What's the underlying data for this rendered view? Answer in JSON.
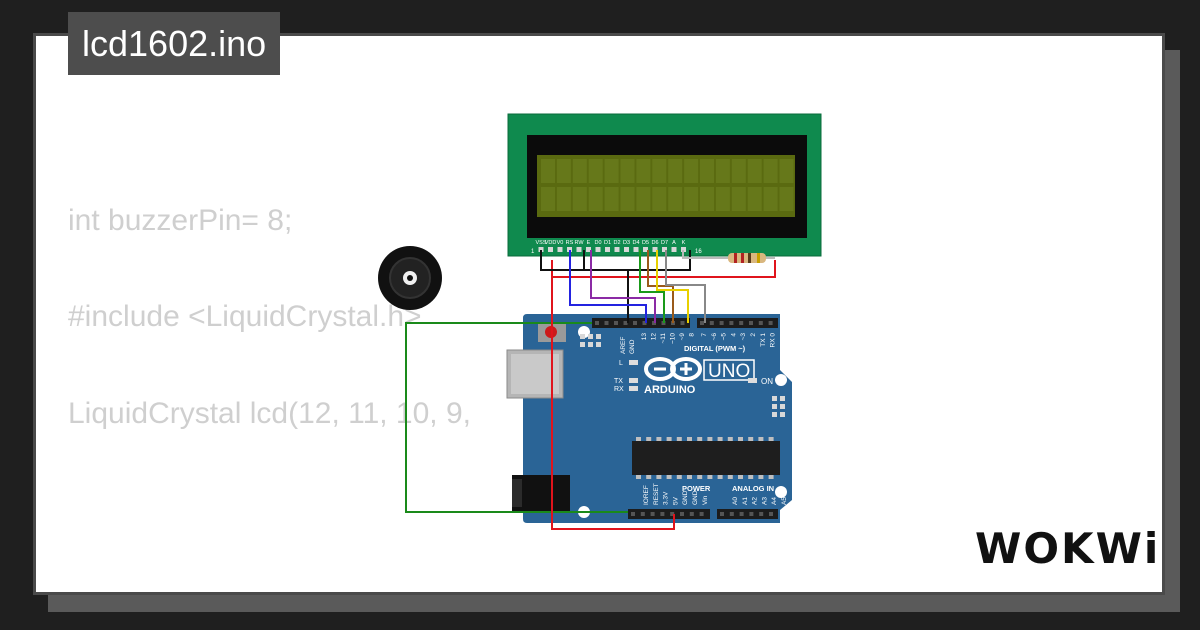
{
  "project": {
    "filename": "lcd1602.ino"
  },
  "code_lines": [
    "int buzzerPin= 8;",
    "#include <LiquidCrystal.h>",
    "LiquidCrystal lcd(12, 11, 10, 9,"
  ],
  "lcd": {
    "pin_labels": [
      "VSS",
      "VDD",
      "V0",
      "RS",
      "RW",
      "E",
      "D0",
      "D1",
      "D2",
      "D3",
      "D4",
      "D5",
      "D6",
      "D7",
      "A",
      "K"
    ],
    "pin_first": "1",
    "pin_last": "16"
  },
  "arduino": {
    "logo_text": "ARDUINO",
    "model": "UNO",
    "on_label": "ON",
    "digital_label": "DIGITAL (PWM ~)",
    "power_label": "POWER",
    "analog_label": "ANALOG IN",
    "aref": "AREF",
    "gnd": "GND",
    "digital_pins": [
      "13",
      "12",
      "~11",
      "~10",
      "~9",
      "8",
      "7",
      "~6",
      "~5",
      "4",
      "~3",
      "2",
      "TX 1",
      "RX 0"
    ],
    "power_pins": [
      "IOREF",
      "RESET",
      "3.3V",
      "5V",
      "GND",
      "GND",
      "Vin"
    ],
    "analog_pins": [
      "A0",
      "A1",
      "A2",
      "A3",
      "A4",
      "A5"
    ],
    "led_l": "L",
    "led_tx": "TX",
    "led_rx": "RX"
  },
  "brand": {
    "name": "WOKWi"
  },
  "colors": {
    "background": "#1f1f1f",
    "card": "#ffffff",
    "badge": "#4d4d4d",
    "board": "#2a6496",
    "lcd_frame": "#0f8a4e",
    "lcd_screen": "#5a6a10"
  }
}
